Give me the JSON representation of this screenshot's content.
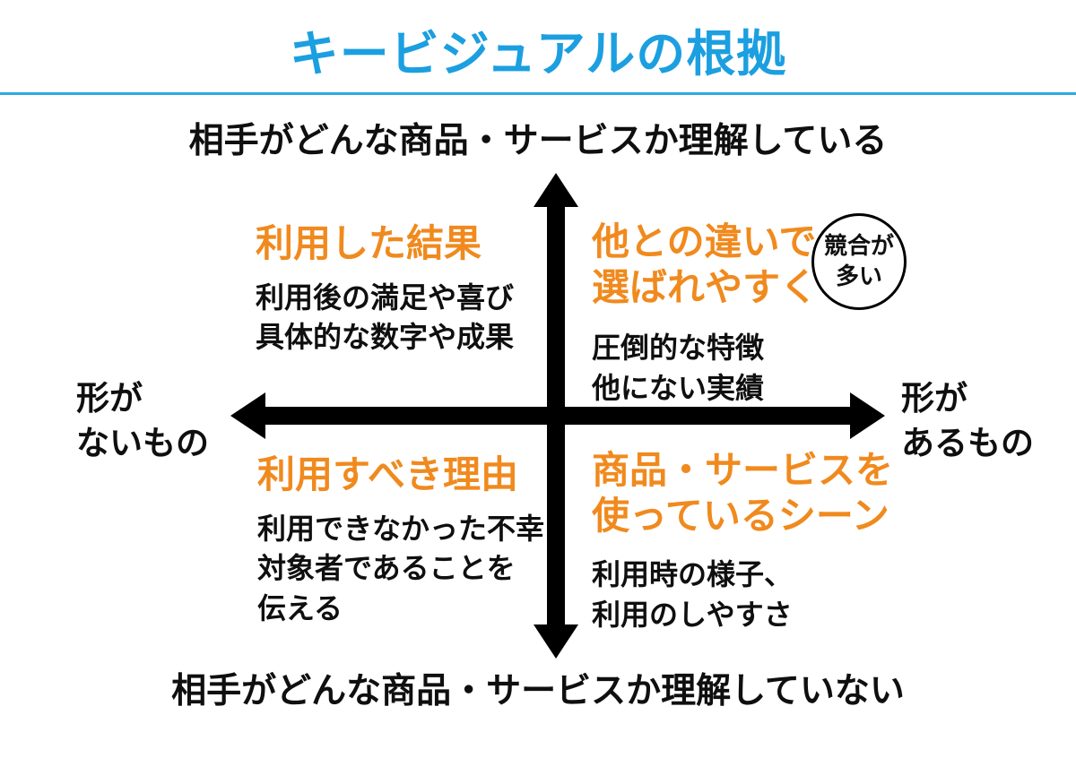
{
  "title": "キービジュアルの根拠",
  "colors": {
    "accent_blue": "#1b9fe1",
    "accent_orange": "#f08a1e",
    "text_black": "#0f0f0f",
    "axis_black": "#000000"
  },
  "axes": {
    "top": "相手がどんな商品・サービスか理解している",
    "bottom": "相手がどんな商品・サービスか理解していない",
    "left": {
      "line1": "形が",
      "line2": "ないもの"
    },
    "right": {
      "line1": "形が",
      "line2": "あるもの"
    }
  },
  "quadrants": {
    "top_left": {
      "heading": "利用した結果",
      "body_line1": "利用後の満足や喜び",
      "body_line2": "具体的な数字や成果"
    },
    "top_right": {
      "heading_line1": "他との違いで",
      "heading_line2": "選ばれやすく",
      "body_line1": "圧倒的な特徴",
      "body_line2": "他にない実績"
    },
    "bottom_left": {
      "heading": "利用すべき理由",
      "body_line1": "利用できなかった不幸",
      "body_line2": "対象者であることを",
      "body_line3": "伝える"
    },
    "bottom_right": {
      "heading_line1": "商品・サービスを",
      "heading_line2": "使っているシーン",
      "body_line1": "利用時の様子、",
      "body_line2": "利用のしやすさ"
    }
  },
  "badge": {
    "line1": "競合が",
    "line2": "多い"
  }
}
